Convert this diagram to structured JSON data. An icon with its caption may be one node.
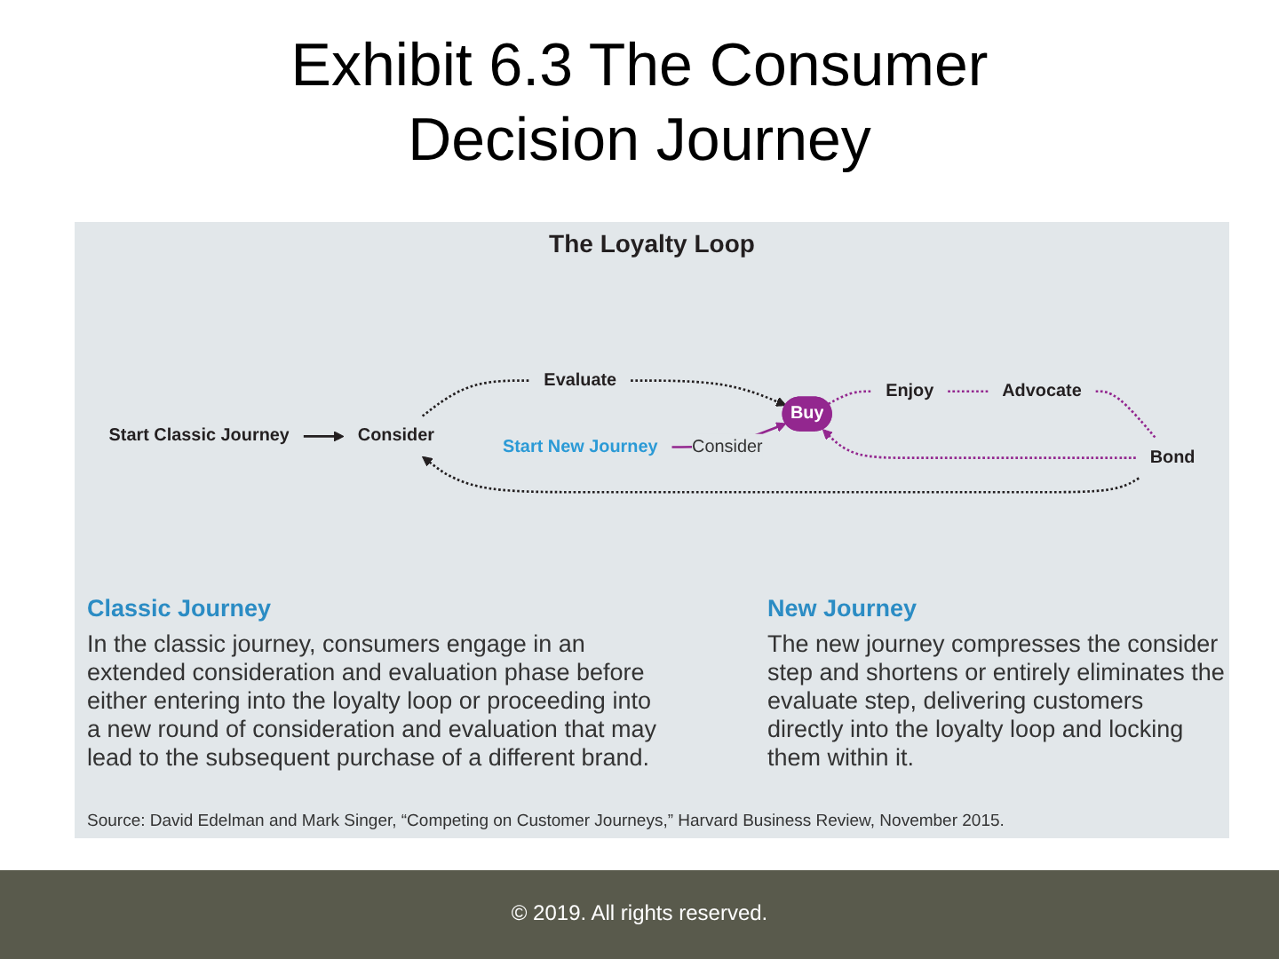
{
  "diagram": {
    "title": "Exhibit 6.3 The Consumer Decision Journey",
    "nodes": [
      {
        "text": [
          "Start Classic Journey"
        ]
      },
      {
        "text": [
          "Consider"
        ]
      },
      {
        "text": [
          "Evaluate"
        ]
      },
      {
        "text": [
          "Start New Journey"
        ]
      },
      {
        "text": [
          "Buy"
        ]
      },
      {
        "text": [
          "Enjoy"
        ]
      },
      {
        "text": [
          "Advocate"
        ]
      },
      {
        "text": [
          "Bond"
        ]
      }
    ],
    "edges": [
      {
        "from": 0,
        "to": 1,
        "arrow": "to",
        "color": "#231f20"
      },
      {
        "from": 1,
        "to": 2,
        "arrow": "none",
        "style": "dashed",
        "color": "#231f20"
      },
      {
        "from": 2,
        "to": 4,
        "arrow": "to",
        "style": "dashed",
        "color": "#231f20"
      },
      {
        "from": 3,
        "to": 4,
        "arrow": "to",
        "label": "Consider"
      },
      {
        "from": 4,
        "to": 5,
        "arrow": "none",
        "style": "dashed"
      },
      {
        "from": 5,
        "to": 6,
        "arrow": "none",
        "style": "dashed"
      },
      {
        "from": 6,
        "to": 7,
        "arrow": "none",
        "style": "dashed"
      },
      {
        "from": 7,
        "to": 4,
        "arrow": "to",
        "style": "dashed"
      },
      {
        "from": 7,
        "to": 1,
        "arrow": "to",
        "style": "dashed",
        "color": "#231f20"
      }
    ],
    "labels": [
      "The Loyalty Loop",
      "Classic Journey",
      "In the classic journey, consumers engage in an extended consideration and evaluation phase before either entering into the loyalty loop or proceeding into a new round of consideration and evaluation that may lead to the subsequent purchase of a different brand.",
      "New Journey",
      "The new journey compresses the consider step and shortens or entirely eliminates the evaluate step, delivering customers directly into the loyalty loop and locking them within it.",
      "Source: David Edelman and Mark Singer, “Competing on Customer Journeys,” Harvard Business Review, November 2015.",
      "© 2019. All rights reserved."
    ]
  }
}
